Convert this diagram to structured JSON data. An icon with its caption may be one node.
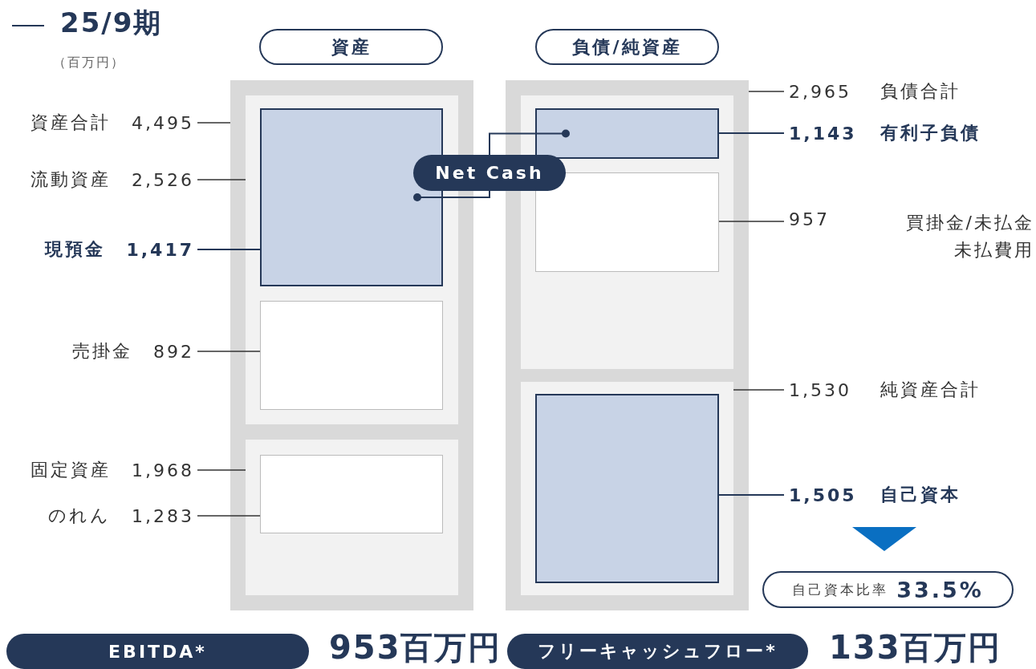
{
  "diagram": {
    "title": "25/9期",
    "nodes": [
      {
        "text": [
          "資産"
        ]
      },
      {
        "text": [
          "負債/純資産"
        ]
      },
      {
        "text": [],
        "shape": "box"
      },
      {
        "text": [],
        "shape": "box",
        "in": 2
      },
      {
        "text": [],
        "shape": "box",
        "in": 3
      },
      {
        "text": [],
        "shape": "box",
        "in": 3
      },
      {
        "text": [],
        "shape": "box",
        "in": 2
      },
      {
        "text": [],
        "shape": "box",
        "in": 6
      },
      {
        "text": [],
        "shape": "box"
      },
      {
        "text": [],
        "shape": "box",
        "in": 8
      },
      {
        "text": [],
        "shape": "box",
        "in": 9
      },
      {
        "text": [],
        "shape": "box",
        "in": 9
      },
      {
        "text": [],
        "shape": "box",
        "in": 8
      },
      {
        "text": [],
        "shape": "box",
        "in": 12
      },
      {
        "text": [
          "Net Cash"
        ]
      },
      {
        "text": [
          "資産合計",
          "4,495"
        ]
      },
      {
        "text": [
          "流動資産",
          "2,526"
        ]
      },
      {
        "text": [
          "現預金",
          "1,417"
        ]
      },
      {
        "text": [
          "売掛金",
          "892"
        ]
      },
      {
        "text": [
          "固定資産",
          "1,968"
        ]
      },
      {
        "text": [
          "のれん",
          "1,283"
        ]
      },
      {
        "text": [
          "2,965",
          "負債合計"
        ]
      },
      {
        "text": [
          "1,143",
          "有利子負債"
        ]
      },
      {
        "text": [
          "957",
          "買掛金/未払金未払費用"
        ]
      },
      {
        "text": [
          "1,530",
          "純資産合計"
        ]
      },
      {
        "text": [
          "1,505",
          "自己資本"
        ]
      },
      {
        "text": [
          "自己資本比率",
          "33.5%"
        ]
      },
      {
        "text": [
          "EBITDA*"
        ],
        "beside": [
          "953百万円"
        ]
      },
      {
        "text": [
          "フリーキャッシュフロー*"
        ],
        "beside": [
          "133百万円"
        ]
      }
    ],
    "edges": [
      {
        "from": 15,
        "to": 2,
        "arrow": "none"
      },
      {
        "from": 16,
        "to": 3,
        "arrow": "none"
      },
      {
        "from": 17,
        "to": 4,
        "arrow": "none",
        "color": "#253858"
      },
      {
        "from": 18,
        "to": 5,
        "arrow": "none"
      },
      {
        "from": 19,
        "to": 6,
        "arrow": "none"
      },
      {
        "from": 20,
        "to": 7,
        "arrow": "none"
      },
      {
        "from": 21,
        "to": 8,
        "arrow": "none"
      },
      {
        "from": 22,
        "to": 10,
        "arrow": "none",
        "color": "#253858"
      },
      {
        "from": 23,
        "to": 11,
        "arrow": "none"
      },
      {
        "from": 24,
        "to": 12,
        "arrow": "none"
      },
      {
        "from": 25,
        "to": 13,
        "arrow": "none",
        "color": "#253858"
      },
      {
        "from": 14,
        "to": 4,
        "arrow": "other",
        "color": "#253858"
      },
      {
        "from": 14,
        "to": 10,
        "arrow": "other",
        "color": "#253858"
      }
    ],
    "labels": [
      "（百万円）"
    ]
  }
}
